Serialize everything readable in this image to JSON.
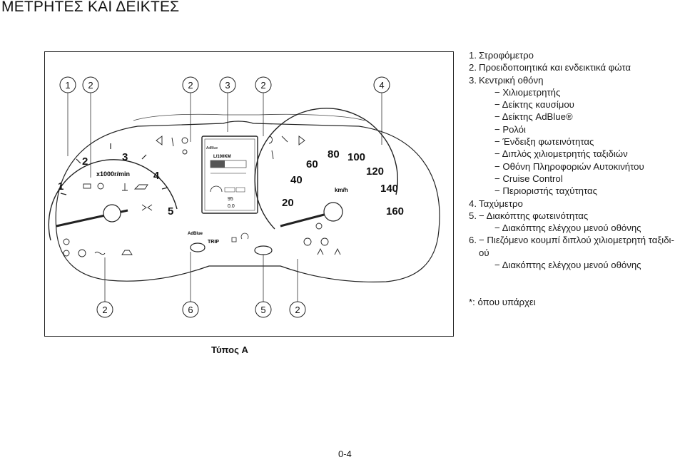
{
  "page": {
    "title": "ΜΕΤΡΗΤΕΣ ΚΑΙ ΔΕΙΚΤΕΣ",
    "caption": "Τύπος A",
    "page_number": "0-4",
    "footnote": "*: όπου υπάρχει"
  },
  "legend": {
    "item1": {
      "num": "1.",
      "text": "Στροφόμετρο"
    },
    "item2": {
      "num": "2.",
      "text": "Προειδοποιητικά και ενδεικτικά φώτα"
    },
    "item3": {
      "num": "3.",
      "text": "Κεντρική οθόνη",
      "subs": [
        "− Χιλιομετρητής",
        "− Δείκτης καυσίμου",
        "− Δείκτης AdBlue®",
        "− Ρολόι",
        "− Ένδειξη φωτεινότητας",
        "− Διπλός χιλιομετρητής ταξιδιών",
        "− Οθόνη Πληροφοριών Αυτοκινήτου",
        "− Cruise Control",
        "− Περιοριστής ταχύτητας"
      ]
    },
    "item4": {
      "num": "4.",
      "text": "Ταχύμετρο"
    },
    "item5": {
      "num": "5.",
      "text": "− Διακόπτης φωτεινότητας",
      "subs": [
        "− Διακόπτης ελέγχου μενού οθόνης"
      ]
    },
    "item6": {
      "num": "6.",
      "text": "− Πιεζόμενο κουμπί διπλού χιλιομετρητή ταξιδι-",
      "cont": "ού",
      "subs": [
        "− Διακόπτης ελέγχου μενού οθόνης"
      ]
    }
  },
  "callouts_top": [
    "1",
    "2",
    "2",
    "3",
    "2",
    "4"
  ],
  "callouts_bottom": [
    "2",
    "6",
    "5",
    "2"
  ],
  "tachometer": {
    "ticks": [
      "1",
      "2",
      "3",
      "4",
      "5"
    ],
    "unit": "x1000r/min"
  },
  "speedometer": {
    "ticks": [
      "20",
      "40",
      "60",
      "80",
      "100",
      "120",
      "140",
      "160"
    ],
    "unit": "km/h"
  },
  "center_display": {
    "adblue_label": "AdBlue",
    "consumption_label": "L/100KM",
    "odometer_reading": "95",
    "trip_reading": "0.0"
  },
  "buttons": {
    "trip_label": "TRIP",
    "adblue_label": "AdBlue"
  }
}
